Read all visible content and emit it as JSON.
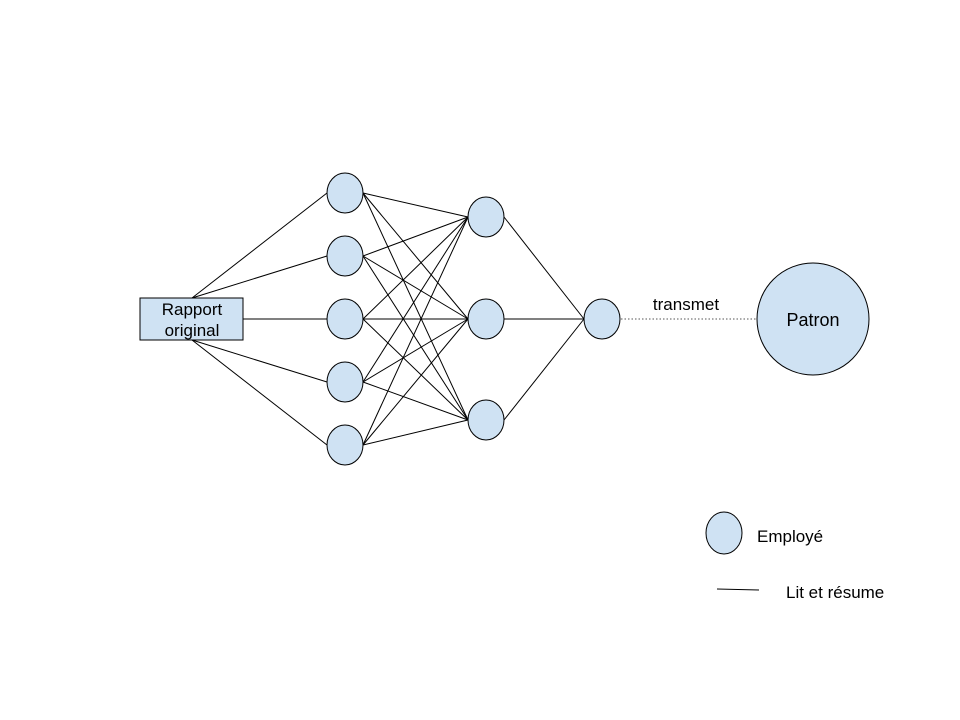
{
  "diagram": {
    "source": {
      "line1": "Rapport",
      "line2": "original"
    },
    "edge_label": "transmet",
    "target": "Patron",
    "legend": {
      "node_label": "Employé",
      "line_label": "Lit et résume"
    },
    "colors": {
      "node_fill": "#cfe2f3",
      "stroke": "#000000",
      "background": "#ffffff"
    },
    "network": {
      "layer_sizes": [
        5,
        3,
        1
      ]
    }
  }
}
